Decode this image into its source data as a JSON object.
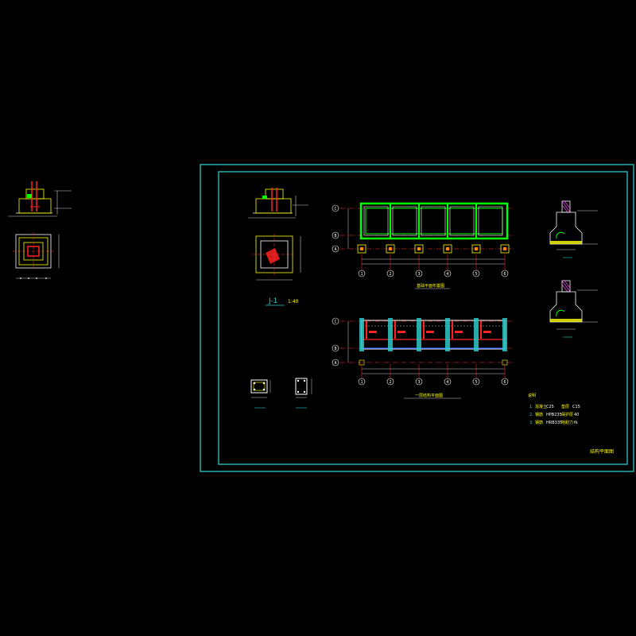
{
  "colors": {
    "background": "#000000",
    "frame": "#2ec8c8",
    "wall": "#ffffff",
    "foundation": "#ffff00",
    "beam": "#00ff00",
    "rebar": "#ff2222",
    "axis": "#ff3333",
    "hatch": "#ff44ff",
    "column": "#ff8800",
    "dim": "#cccccc"
  },
  "labels": {
    "section_j1": "J-1",
    "section_j1_scale": "1:40",
    "foundation_plan": "基础平面布置图",
    "first_floor_plan": "一层结构平面图",
    "sheet_title": "结构平面图"
  },
  "axis_letters": [
    "C",
    "B",
    "A"
  ],
  "axis_numbers": [
    "1",
    "2",
    "3",
    "4",
    "5",
    "6"
  ],
  "notes": {
    "heading": "说明",
    "items": [
      {
        "num": "1.",
        "a": "混凝土",
        "b": "C25",
        "c": "垫层",
        "d": "C15"
      },
      {
        "num": "2.",
        "a": "钢筋",
        "b": "HPB235",
        "c": "保护层",
        "d": "40"
      },
      {
        "num": "3.",
        "a": "钢筋",
        "b": "HRB335",
        "c": "地耐力",
        "d": "fk"
      }
    ]
  }
}
